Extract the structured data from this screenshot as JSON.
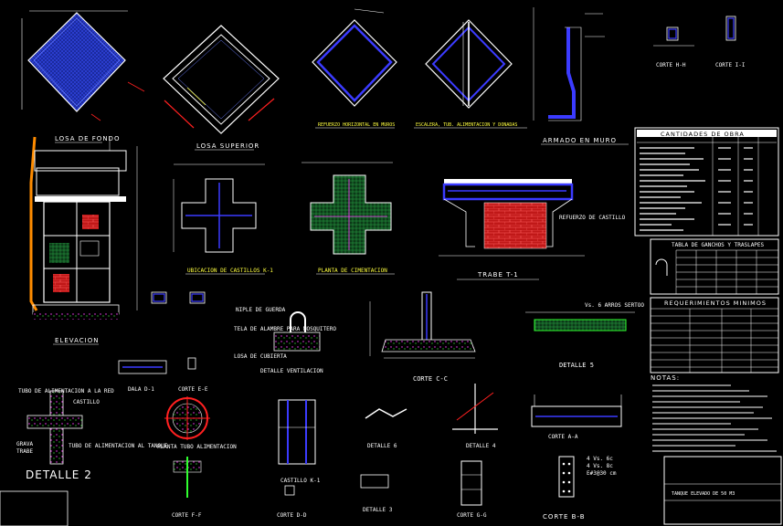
{
  "titles": {
    "losa_fondo": "LOSA DE FONDO",
    "losa_superior": "LOSA SUPERIOR",
    "refuerzo_horizontal": "REFUERZO HORIZONTAL EN MUROS",
    "escalera": "ESCALERA, TUB. ALIMENTACION Y DONADAS",
    "armado_muro": "ARMADO EN MURO",
    "corte_hh": "CORTE H-H",
    "corte_ii": "CORTE I-I",
    "elevacion": "ELEVACION",
    "castillos": "UBICACION DE CASTILLOS K-1",
    "cimentacion": "PLANTA DE CIMENTACION",
    "trabe": "TRABE T-1",
    "dala": "DALA D-1",
    "corte_ee": "CORTE E-E",
    "ventilacion": "DETALLE VENTILACION",
    "corte_cc": "CORTE C-C",
    "detalle5": "DETALLE 5",
    "detalle2": "DETALLE 2",
    "planta_alim": "PLANTA TUBO ALIMENTACION",
    "detalle6": "DETALLE 6",
    "detalle4": "DETALLE 4",
    "corte_aa": "CORTE A-A",
    "corte_ff": "CORTE F-F",
    "corte_dd": "CORTE D-D",
    "castillo_k1": "CASTILLO K-1",
    "detalle3": "DETALLE 3",
    "corte_gg": "CORTE G-G",
    "corte_bb": "CORTE B-B",
    "notas": "NOTAS:",
    "cantidades": "CANTIDADES DE OBRA",
    "requerimientos": "REQUERIMIENTOS MINIMOS",
    "tabla_ganchos": "TABLA DE GANCHOS Y TRASLAPES"
  },
  "labels": {
    "tubo_alim_red": "TUBO DE ALIMENTACION A LA RED",
    "castillo": "CASTILLO",
    "grava": "GRAVA",
    "trabe_lbl": "TRABE",
    "tubo_alim_tanque": "TUBO DE ALIMENTACION AL TANQUE",
    "tela_alambre": "TELA DE ALAMBRE PARA MOSQUITERO",
    "niple": "NIPLE DE GUERDA",
    "losa_cubierta": "LOSA DE CUBIERTA",
    "refuerzo_castillo": "REFUERZO DE CASTILLO",
    "varillas": "Vs. 6 ARROS SERTOO",
    "bb_note1": "4 Vs. 6c",
    "bb_note2": "4 Vs. 8c",
    "bb_note3": "E#3@30 cm",
    "title_block": "TANQUE ELEVADO DE 50 M3"
  },
  "colors": {
    "line": "#ffffff",
    "rebar": "#3b3bff",
    "fill": "#1c2ea8",
    "dim": "#ff2020",
    "accent": "#ffff30",
    "brick": "#e02020",
    "cyan": "#00e0ff",
    "green": "#30ff30",
    "magenta": "#ff30ff"
  }
}
